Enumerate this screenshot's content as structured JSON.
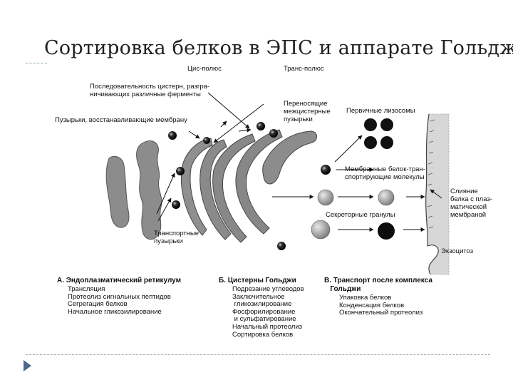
{
  "slide": {
    "title": "Сортировка белков в ЭПС и аппарате Гольджи"
  },
  "diagram": {
    "labels": {
      "cis_pole": "Цис-полюс",
      "trans_pole": "Транс-полюс",
      "cisterns_sequence": "Последовательность цистерн, разгра-\nничивающих различные ферменты",
      "recovery_vesicles": "Пузырьки, восстанавливающие мембрану",
      "intercisternal_vesicles": "Переносящие\nмежцистерные\nпузырьки",
      "primary_lysosomes": "Первичные лизосомы",
      "membrane_carriers": "Мембранные белок-тран-\nспортирующие молекулы",
      "secretory_granules": "Секреторные гранулы",
      "transport_vesicles": "Транспортные\nпузырьки",
      "membrane_fusion": "Слияние\nбелка с плаз-\nматической\nмембраной",
      "exocytosis": "Экзоцитоз"
    },
    "sections": [
      {
        "heading": "А. Эндоплазматический ретикулум",
        "items": [
          "Трансляция",
          "Протеолиз сигнальных пептидов",
          "Сегрегация белков",
          "Начальное гликозилирование"
        ]
      },
      {
        "heading": "Б. Цистерны Гольджи",
        "items": [
          "Подрезание углеводов",
          "Заключительное",
          " гликозилирование",
          "Фосфорилирование",
          " и сульфатирование",
          "Начальный протеолиз",
          "Сортировка белков"
        ]
      },
      {
        "heading": "В. Транспорт после комплекса\n   Гольджи",
        "items": [
          "Упаковка белков",
          "Конденсация белков",
          "Окончательный протеолиз"
        ]
      }
    ]
  }
}
